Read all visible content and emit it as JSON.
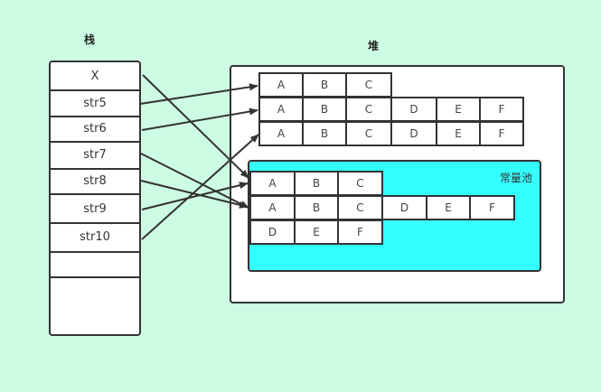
{
  "stack": {
    "title": "栈",
    "cells": [
      "X",
      "str5",
      "str6",
      "str7",
      "str8",
      "str9",
      "str10",
      "",
      ""
    ]
  },
  "heap": {
    "title": "堆",
    "rows": [
      [
        "A",
        "B",
        "C"
      ],
      [
        "A",
        "B",
        "C",
        "D",
        "E",
        "F"
      ],
      [
        "A",
        "B",
        "C",
        "D",
        "E",
        "F"
      ]
    ]
  },
  "pool": {
    "title": "常量池",
    "rows": [
      [
        "A",
        "B",
        "C"
      ],
      [
        "A",
        "B",
        "C",
        "D",
        "E",
        "F"
      ],
      [
        "D",
        "E",
        "F"
      ]
    ]
  },
  "arrows": [
    {
      "from": "X",
      "to": "pool.row0"
    },
    {
      "from": "str5",
      "to": "heap.row0"
    },
    {
      "from": "str6",
      "to": "heap.row1"
    },
    {
      "from": "str7",
      "to": "pool.row1"
    },
    {
      "from": "str8",
      "to": "pool.row1"
    },
    {
      "from": "str9",
      "to": "pool.row0"
    },
    {
      "from": "str10",
      "to": "heap.row2"
    }
  ],
  "colors": {
    "background": "#ccfce4",
    "pool": "#33ffff",
    "stroke": "#333333"
  }
}
